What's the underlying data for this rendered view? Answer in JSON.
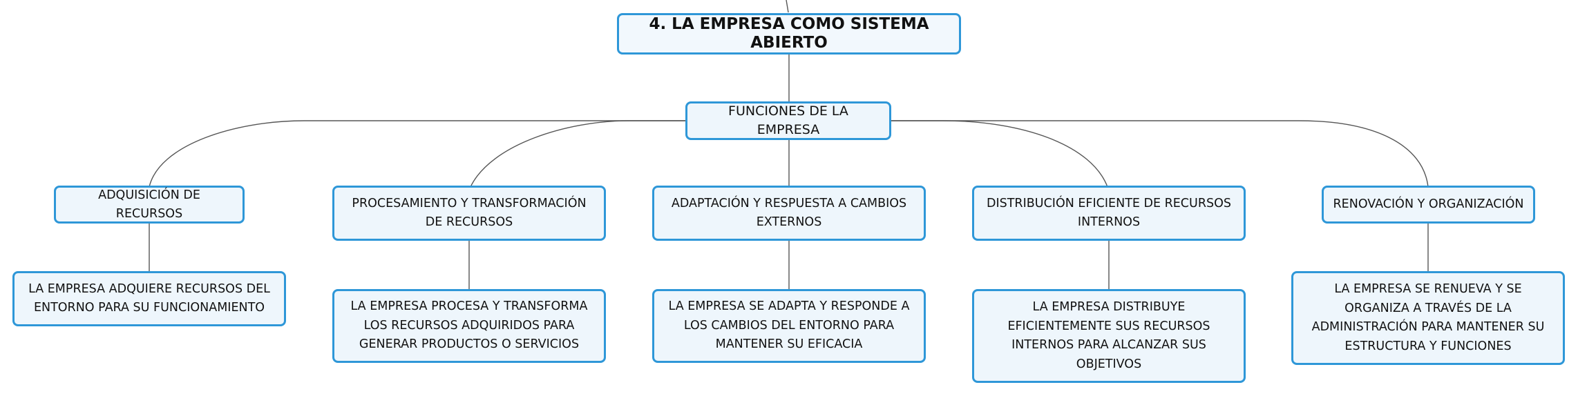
{
  "root": {
    "label": "4. LA EMPRESA COMO SISTEMA ABIERTO"
  },
  "main": {
    "label": "FUNCIONES DE LA EMPRESA"
  },
  "branches": [
    {
      "label": "ADQUISICIÓN DE RECURSOS",
      "description": "LA EMPRESA ADQUIERE RECURSOS DEL ENTORNO PARA SU FUNCIONAMIENTO"
    },
    {
      "label": "PROCESAMIENTO Y TRANSFORMACIÓN DE RECURSOS",
      "description": "LA EMPRESA PROCESA Y TRANSFORMA LOS RECURSOS ADQUIRIDOS PARA GENERAR PRODUCTOS O SERVICIOS"
    },
    {
      "label": "ADAPTACIÓN Y RESPUESTA A CAMBIOS EXTERNOS",
      "description": "LA EMPRESA SE ADAPTA Y RESPONDE A LOS CAMBIOS DEL ENTORNO PARA MANTENER SU EFICACIA"
    },
    {
      "label": "DISTRIBUCIÓN EFICIENTE DE RECURSOS INTERNOS",
      "description": "LA EMPRESA DISTRIBUYE EFICIENTEMENTE SUS RECURSOS INTERNOS PARA ALCANZAR SUS OBJETIVOS"
    },
    {
      "label": "RENOVACIÓN Y ORGANIZACIÓN",
      "description": "LA EMPRESA SE RENUEVA Y SE ORGANIZA A TRAVÉS DE LA ADMINISTRACIÓN PARA MANTENER SU ESTRUCTURA Y FUNCIONES"
    }
  ],
  "colors": {
    "node_border": "#2e97d8",
    "node_fill": "#eef6fc",
    "connector": "#555555",
    "text": "#111111"
  }
}
